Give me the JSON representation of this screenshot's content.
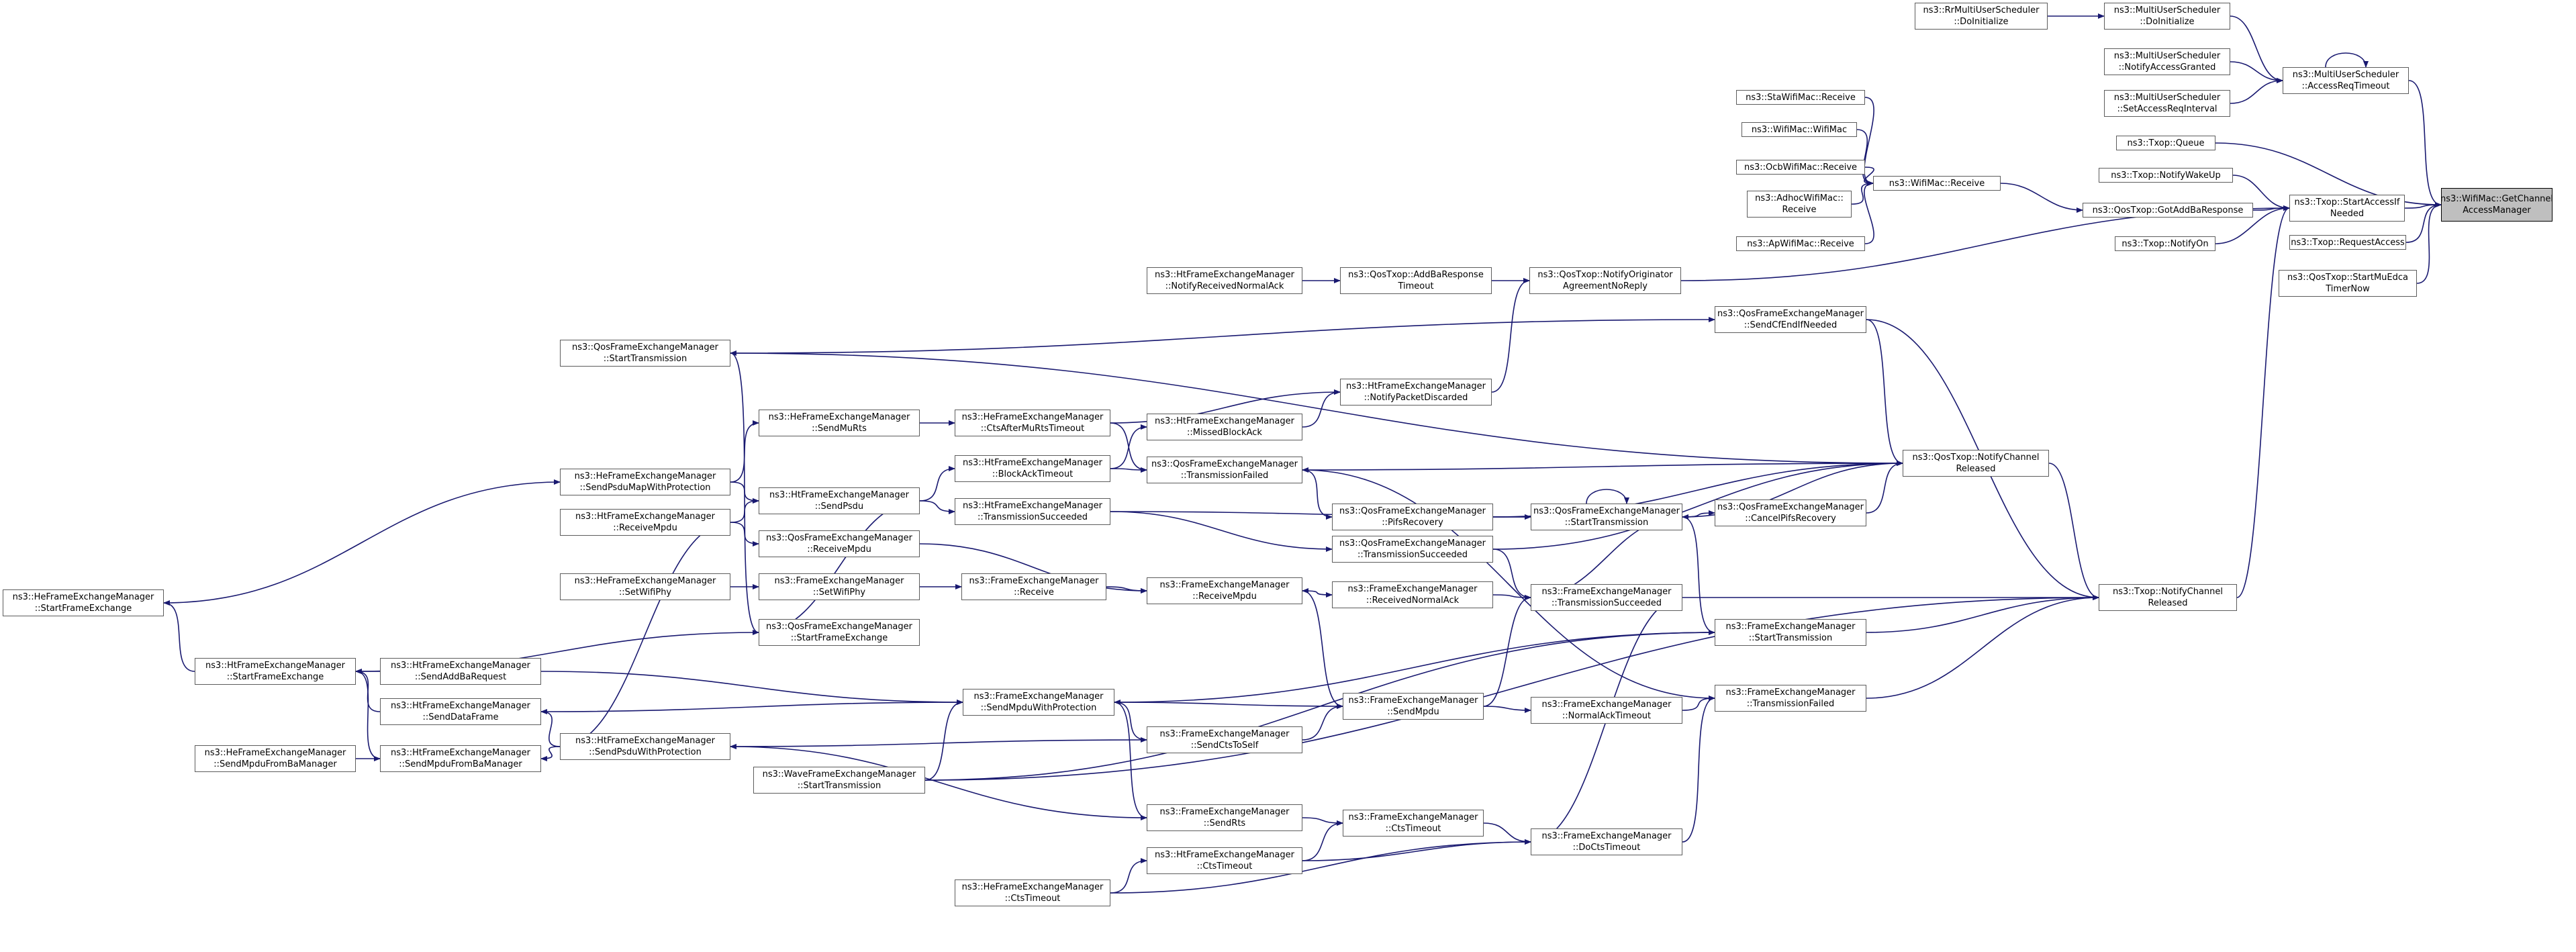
{
  "colors": {
    "edge": "#191970",
    "border": "#5c5c5c",
    "focus_fill": "#bfbfbf"
  },
  "nodes": {
    "getChannel": [
      "ns3::WifiMac::GetChannel",
      "AccessManager"
    ],
    "rrDoInit": [
      "ns3::RrMultiUserScheduler",
      "::DoInitialize"
    ],
    "muDoInit": [
      "ns3::MultiUserScheduler",
      "::DoInitialize"
    ],
    "muNotifyGranted": [
      "ns3::MultiUserScheduler",
      "::NotifyAccessGranted"
    ],
    "muSetInterval": [
      "ns3::MultiUserScheduler",
      "::SetAccessReqInterval"
    ],
    "muAccessReq": [
      "ns3::MultiUserScheduler",
      "::AccessReqTimeout"
    ],
    "txopQueue": [
      "ns3::Txop::Queue"
    ],
    "txopNotifyWakeUp": [
      "ns3::Txop::NotifyWakeUp"
    ],
    "txopStartAccess": [
      "ns3::Txop::StartAccessIf",
      "Needed"
    ],
    "qosGotAddBa": [
      "ns3::QosTxop::GotAddBaResponse"
    ],
    "txopNotifyOn": [
      "ns3::Txop::NotifyOn"
    ],
    "txopRequestAccess": [
      "ns3::Txop::RequestAccess"
    ],
    "qosStartMuEdca": [
      "ns3::QosTxop::StartMuEdca",
      "TimerNow"
    ],
    "staReceive": [
      "ns3::StaWifiMac::Receive"
    ],
    "wifiMacCtor": [
      "ns3::WifiMac::WifiMac"
    ],
    "ocbReceive": [
      "ns3::OcbWifiMac::Receive"
    ],
    "adhocReceive": [
      "ns3::AdhocWifiMac::",
      "Receive"
    ],
    "apReceive": [
      "ns3::ApWifiMac::Receive"
    ],
    "wifiMacReceive": [
      "ns3::WifiMac::Receive"
    ],
    "htNotifyRecvNormalAck": [
      "ns3::HtFrameExchangeManager",
      "::NotifyReceivedNormalAck"
    ],
    "qosAddBaTimeout": [
      "ns3::QosTxop::AddBaResponse",
      "Timeout"
    ],
    "qosNotifyOrig": [
      "ns3::QosTxop::NotifyOriginator",
      "AgreementNoReply"
    ],
    "qfemStartTx": [
      "ns3::QosFrameExchangeManager",
      "::StartTransmission"
    ],
    "qfemSendCfEnd": [
      "ns3::QosFrameExchangeManager",
      "::SendCfEndIfNeeded"
    ],
    "heSendMuRts": [
      "ns3::HeFrameExchangeManager",
      "::SendMuRts"
    ],
    "heCtsAfterMuRts": [
      "ns3::HeFrameExchangeManager",
      "::CtsAfterMuRtsTimeout"
    ],
    "htNotifyPktDiscarded": [
      "ns3::HtFrameExchangeManager",
      "::NotifyPacketDiscarded"
    ],
    "htMissedBlockAck": [
      "ns3::HtFrameExchangeManager",
      "::MissedBlockAck"
    ],
    "qosNotifyChannelReleased": [
      "ns3::QosTxop::NotifyChannel",
      "Released"
    ],
    "heSendPsduMap": [
      "ns3::HeFrameExchangeManager",
      "::SendPsduMapWithProtection"
    ],
    "htBlockAckTimeout": [
      "ns3::HtFrameExchangeManager",
      "::BlockAckTimeout"
    ],
    "qfemTxFailed": [
      "ns3::QosFrameExchangeManager",
      "::TransmissionFailed"
    ],
    "qfemPifs": [
      "ns3::QosFrameExchangeManager",
      "::PifsRecovery"
    ],
    "htSendPsdu": [
      "ns3::HtFrameExchangeManager",
      "::SendPsdu"
    ],
    "htTxSucceeded": [
      "ns3::HtFrameExchangeManager",
      "::TransmissionSucceeded"
    ],
    "htReceiveMpdu": [
      "ns3::HtFrameExchangeManager",
      "::ReceiveMpdu"
    ],
    "qfemStartTx2": [
      "ns3::QosFrameExchangeManager",
      "::StartTransmission"
    ],
    "qfemCancelPifs": [
      "ns3::QosFrameExchangeManager",
      "::CancelPifsRecovery"
    ],
    "qfemReceiveMpdu": [
      "ns3::QosFrameExchangeManager",
      "::ReceiveMpdu"
    ],
    "qfemTxSucceeded": [
      "ns3::QosFrameExchangeManager",
      "::TransmissionSucceeded"
    ],
    "heSetWifiPhy": [
      "ns3::HeFrameExchangeManager",
      "::SetWifiPhy"
    ],
    "femSetWifiPhy": [
      "ns3::FrameExchangeManager",
      "::SetWifiPhy"
    ],
    "femReceive": [
      "ns3::FrameExchangeManager",
      "::Receive"
    ],
    "femReceiveMpdu": [
      "ns3::FrameExchangeManager",
      "::ReceiveMpdu"
    ],
    "femRecvNormalAck": [
      "ns3::FrameExchangeManager",
      "::ReceivedNormalAck"
    ],
    "femTxSucceeded": [
      "ns3::FrameExchangeManager",
      "::TransmissionSucceeded"
    ],
    "txopNotifyChannelReleased": [
      "ns3::Txop::NotifyChannel",
      "Released"
    ],
    "heStartFrameExchange": [
      "ns3::HeFrameExchangeManager",
      "::StartFrameExchange"
    ],
    "qfemStartFrameExchange": [
      "ns3::QosFrameExchangeManager",
      "::StartFrameExchange"
    ],
    "femStartTx": [
      "ns3::FrameExchangeManager",
      "::StartTransmission"
    ],
    "htStartFrameExchange": [
      "ns3::HtFrameExchangeManager",
      "::StartFrameExchange"
    ],
    "htSendAddBa": [
      "ns3::HtFrameExchangeManager",
      "::SendAddBaRequest"
    ],
    "femSendMpduWithProt": [
      "ns3::FrameExchangeManager",
      "::SendMpduWithProtection"
    ],
    "femSendMpdu": [
      "ns3::FrameExchangeManager",
      "::SendMpdu"
    ],
    "femNormalAckTimeout": [
      "ns3::FrameExchangeManager",
      "::NormalAckTimeout"
    ],
    "femTxFailed": [
      "ns3::FrameExchangeManager",
      "::TransmissionFailed"
    ],
    "htSendDataFrame": [
      "ns3::HtFrameExchangeManager",
      "::SendDataFrame"
    ],
    "heSendMpduFromBa": [
      "ns3::HeFrameExchangeManager",
      "::SendMpduFromBaManager"
    ],
    "htSendMpduFromBa": [
      "ns3::HtFrameExchangeManager",
      "::SendMpduFromBaManager"
    ],
    "htSendPsduWithProt": [
      "ns3::HtFrameExchangeManager",
      "::SendPsduWithProtection"
    ],
    "femSendCtsToSelf": [
      "ns3::FrameExchangeManager",
      "::SendCtsToSelf"
    ],
    "waveStartTx": [
      "ns3::WaveFrameExchangeManager",
      "::StartTransmission"
    ],
    "femSendRts": [
      "ns3::FrameExchangeManager",
      "::SendRts"
    ],
    "femCtsTimeout": [
      "ns3::FrameExchangeManager",
      "::CtsTimeout"
    ],
    "femDoCtsTimeout": [
      "ns3::FrameExchangeManager",
      "::DoCtsTimeout"
    ],
    "htCtsTimeout": [
      "ns3::HtFrameExchangeManager",
      "::CtsTimeout"
    ],
    "heCtsTimeout": [
      "ns3::HeFrameExchangeManager",
      "::CtsTimeout"
    ]
  }
}
